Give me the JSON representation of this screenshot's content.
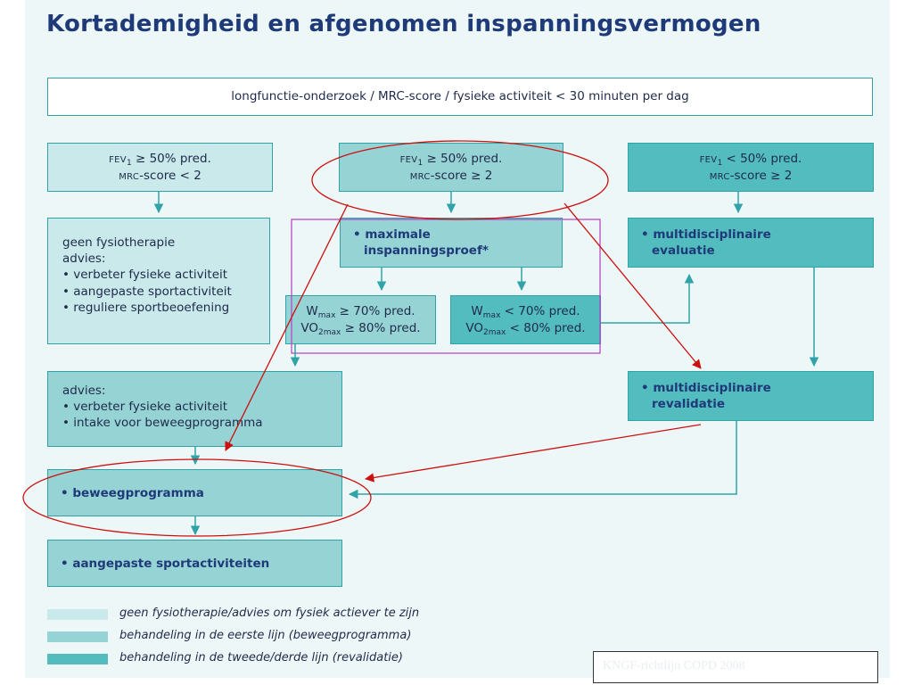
{
  "title": "Kortademigheid en afgenomen inspanningsvermogen",
  "top_box": {
    "text": "longfunctie-onderzoek / MRC-score / fysieke activiteit < 30 minuten per dag"
  },
  "columns": {
    "left": {
      "fev_prefix": "FEV",
      "fev_sub": "1",
      "fev_rest": " ≥ 50% pred.",
      "mrc_prefix": "MRC",
      "mrc_rest": "-score < 2"
    },
    "middle": {
      "fev_prefix": "FEV",
      "fev_sub": "1",
      "fev_rest": " ≥ 50% pred.",
      "mrc_prefix": "MRC",
      "mrc_rest": "-score ≥ 2"
    },
    "right": {
      "fev_prefix": "FEV",
      "fev_sub": "1",
      "fev_rest": " < 50% pred.",
      "mrc_prefix": "MRC",
      "mrc_rest": "-score ≥ 2"
    }
  },
  "no_physio": {
    "line1": "geen fysiotherapie",
    "line2": "advies:",
    "bullets": [
      "• verbeter fysieke activiteit",
      "• aangepaste sportactiviteit",
      "• reguliere sportbeoefening"
    ]
  },
  "max_test": {
    "line1": "• maximale",
    "line2": "inspanningsproef*"
  },
  "wmax_high": {
    "w_prefix": "W",
    "w_sub": "max",
    "w_rest": " ≥ 70% pred.",
    "vo_prefix": "VO",
    "vo_sub": "2max",
    "vo_rest": " ≥ 80% pred."
  },
  "wmax_low": {
    "w_prefix": "W",
    "w_sub": "max",
    "w_rest": " < 70% pred.",
    "vo_prefix": "VO",
    "vo_sub": "2max",
    "vo_rest": " < 80% pred."
  },
  "multi_eval": {
    "line1": "• multidisciplinaire",
    "line2": "evaluatie"
  },
  "advice": {
    "line1": "advies:",
    "bullets": [
      "• verbeter fysieke activiteit",
      "• intake voor beweegprogramma"
    ]
  },
  "multi_rev": {
    "line1": "• multidisciplinaire",
    "line2": "revalidatie"
  },
  "beweegprogramma": "• beweegprogramma",
  "sport": "• aangepaste sportactiviteiten",
  "legend": [
    {
      "color": "#c9e9ea",
      "label": "geen fysiotherapie/advies om fysiek actiever te zijn"
    },
    {
      "color": "#96d3d4",
      "label": "behandeling in de eerste lijn (beweegprogramma)"
    },
    {
      "color": "#52bcbf",
      "label": "behandeling in de tweede/derde lijn (revalidatie)"
    }
  ],
  "source_note": "KNGF-richtlijn COPD 2008",
  "colors": {
    "teal_line": "#2fa3a8",
    "red_annotation": "#cc1010",
    "purple_frame": "#b53fc4",
    "title": "#1f3a78"
  }
}
